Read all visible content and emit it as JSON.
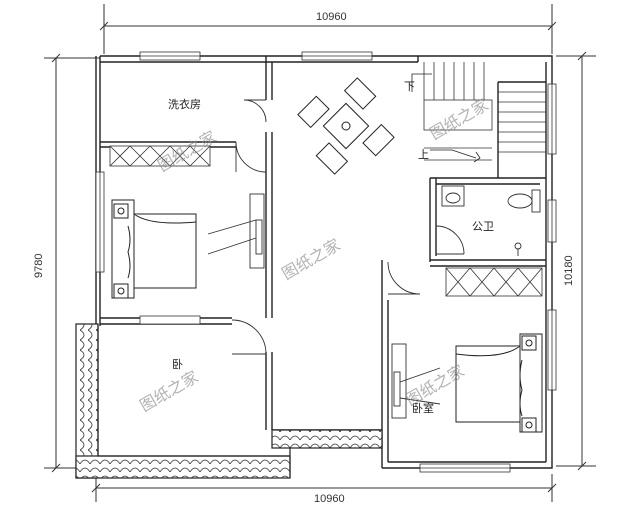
{
  "dimensions": {
    "top": "10960",
    "bottom": "10960",
    "left": "9780",
    "right": "10180"
  },
  "rooms": {
    "laundry": "洗衣房",
    "bathroom": "公卫",
    "bedroom_left_partial": "卧",
    "bedroom_right_partial": "卧室"
  },
  "stairs": {
    "down": "下",
    "up": "上"
  },
  "watermark": "图纸之家"
}
